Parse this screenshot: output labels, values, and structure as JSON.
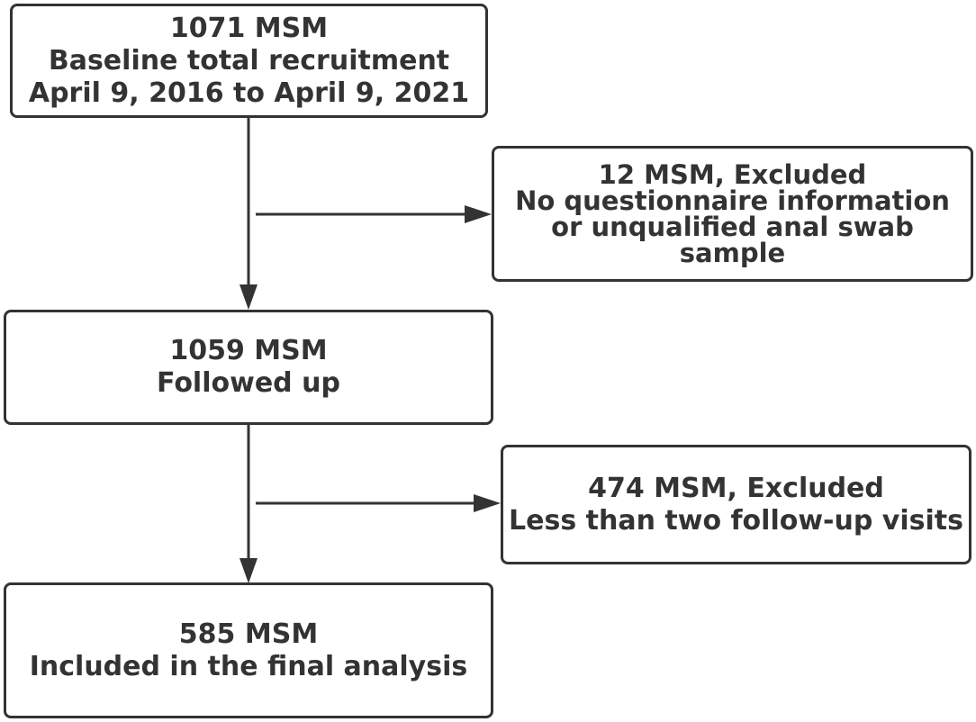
{
  "colors": {
    "stroke": "#333333",
    "text": "#333333",
    "background": "#ffffff"
  },
  "boxes": {
    "baseline": {
      "lines": [
        "1071 MSM",
        "Baseline total recruitment",
        "April 9, 2016 to April 9, 2021"
      ]
    },
    "excluded_1": {
      "lines": [
        "12 MSM,  Excluded",
        "No questionnaire information",
        "or unqualified anal swab",
        "sample"
      ]
    },
    "followed_up": {
      "lines": [
        "1059 MSM",
        "Followed up"
      ]
    },
    "excluded_2": {
      "lines": [
        "474 MSM, Excluded",
        "Less than two follow-up visits"
      ]
    },
    "final": {
      "lines": [
        "585 MSM",
        "Included in the final analysis"
      ]
    }
  }
}
